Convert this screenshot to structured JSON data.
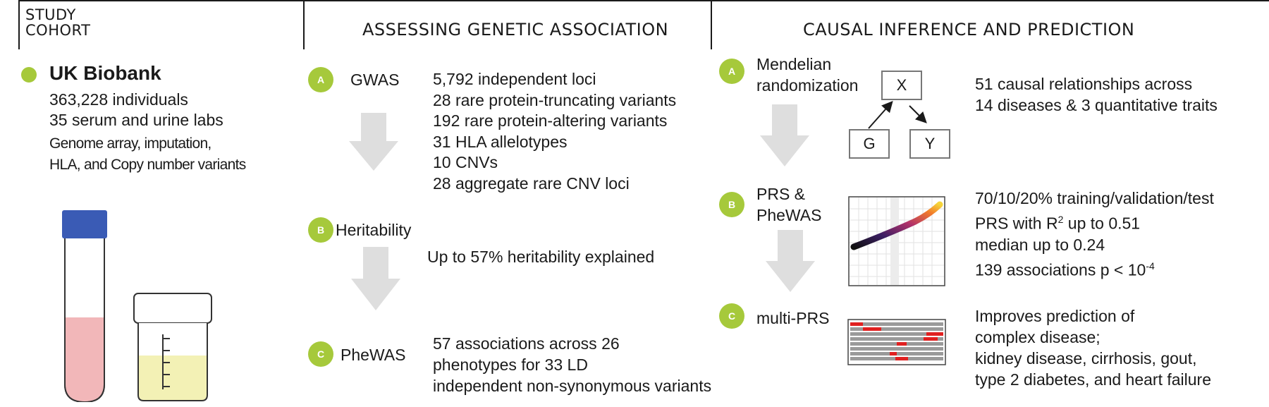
{
  "headers": {
    "study_cohort": [
      "STUDY",
      "COHORT"
    ],
    "genetic_association": "ASSESSING GENETIC ASSOCIATION",
    "causal_inference": "CAUSAL INFERENCE AND PREDICTION"
  },
  "cohort": {
    "name": "UK Biobank",
    "individuals": "363,228 individuals",
    "labs": "35 serum and urine labs",
    "data_types": [
      "Genome array, imputation,",
      "HLA, and Copy number variants"
    ]
  },
  "genetic_association": {
    "gwas": {
      "badge": "A",
      "label": "GWAS",
      "results": [
        "5,792 independent loci",
        "28 rare protein-truncating variants",
        "192 rare protein-altering variants",
        "31 HLA allelotypes",
        "10 CNVs",
        "28 aggregate rare CNV loci"
      ]
    },
    "heritability": {
      "badge": "B",
      "label": "Heritability",
      "result": "Up to 57% heritability explained"
    },
    "phewas": {
      "badge": "C",
      "label": "PheWAS",
      "results": [
        "57 associations across 26",
        "phenotypes for 33 LD",
        "independent non-synonymous variants"
      ]
    }
  },
  "causal_inference": {
    "mr": {
      "badge": "A",
      "label": [
        "Mendelian",
        "randomization"
      ],
      "dag_nodes": {
        "x": "X",
        "g": "G",
        "y": "Y"
      },
      "results": [
        "51 causal relationships across",
        "14 diseases & 3 quantitative traits"
      ]
    },
    "prs": {
      "badge": "B",
      "label": [
        "PRS &",
        "PheWAS"
      ],
      "results": {
        "line1": "70/10/20% training/validation/test",
        "line2_prefix": "PRS with R",
        "line2_sup": "2",
        "line2_suffix": "up to 0.51",
        "line3": "median up to 0.24",
        "line4_prefix": "139 associations p < 10",
        "line4_sup": "-4"
      }
    },
    "multi_prs": {
      "badge": "C",
      "label": "multi-PRS",
      "results": [
        "Improves prediction of",
        "complex disease;",
        "kidney disease, cirrhosis, gout,",
        "type 2 diabetes, and heart failure"
      ]
    }
  },
  "colors": {
    "badge": "#a6c93b",
    "arrow": "#dedede",
    "tube_cap": "#3a5bb5",
    "blood": "#f2b7b9",
    "urine": "#f3f1b5",
    "multi_prs_bar": "#e02020",
    "multi_prs_row": "#9a9a9a"
  }
}
